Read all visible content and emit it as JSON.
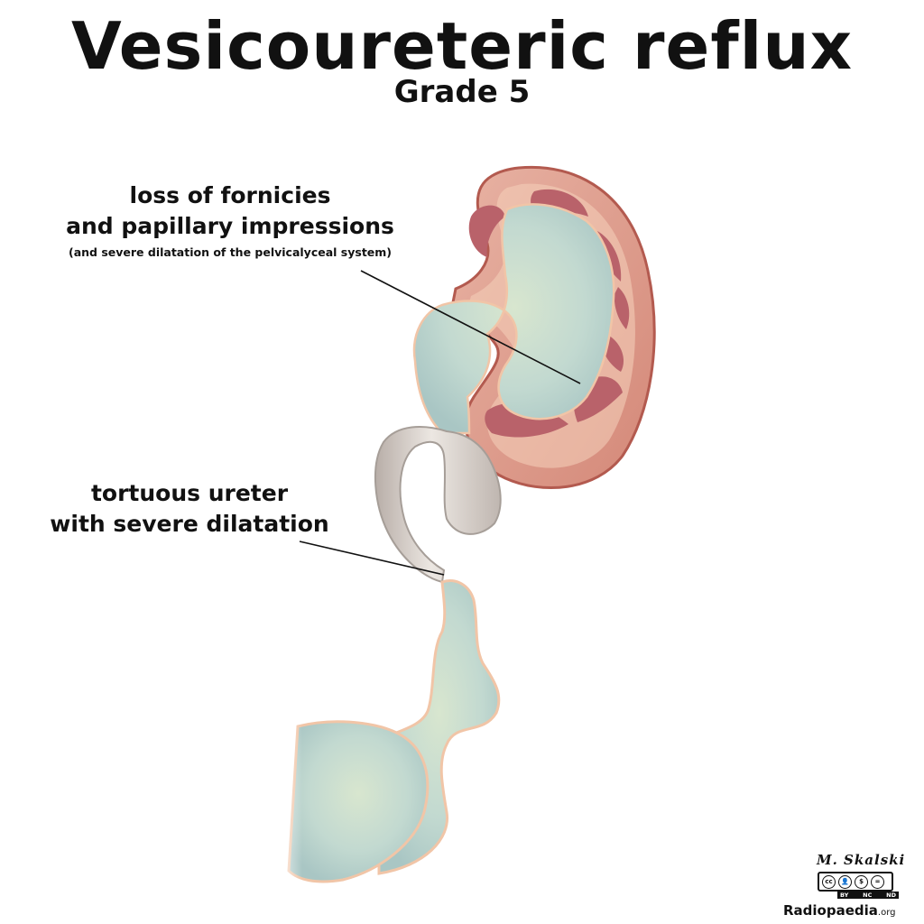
{
  "title": "Vesicoureteric reflux",
  "subtitle": "Grade 5",
  "labels": {
    "fornices_line1": "loss of fornicies",
    "fornices_line2": "and papillary impressions",
    "fornices_note": "(and severe dilatation of the pelvicalyceal system)",
    "ureter_line1": "tortuous ureter",
    "ureter_line2": "with severe dilatation"
  },
  "credit": {
    "signature": "M. Skalski",
    "license_badge": "cc",
    "license_terms": [
      "BY",
      "NC",
      "ND"
    ],
    "site_name": "Radiopaedia",
    "site_tld": ".org"
  },
  "colors": {
    "cortex": "#e3a393",
    "cortex_edge": "#b35a4f",
    "papilla": "#b9626a",
    "urine": "#c6dcd0",
    "ureter_wall": "#d8d2cc",
    "outline": "#f1c5a7"
  }
}
